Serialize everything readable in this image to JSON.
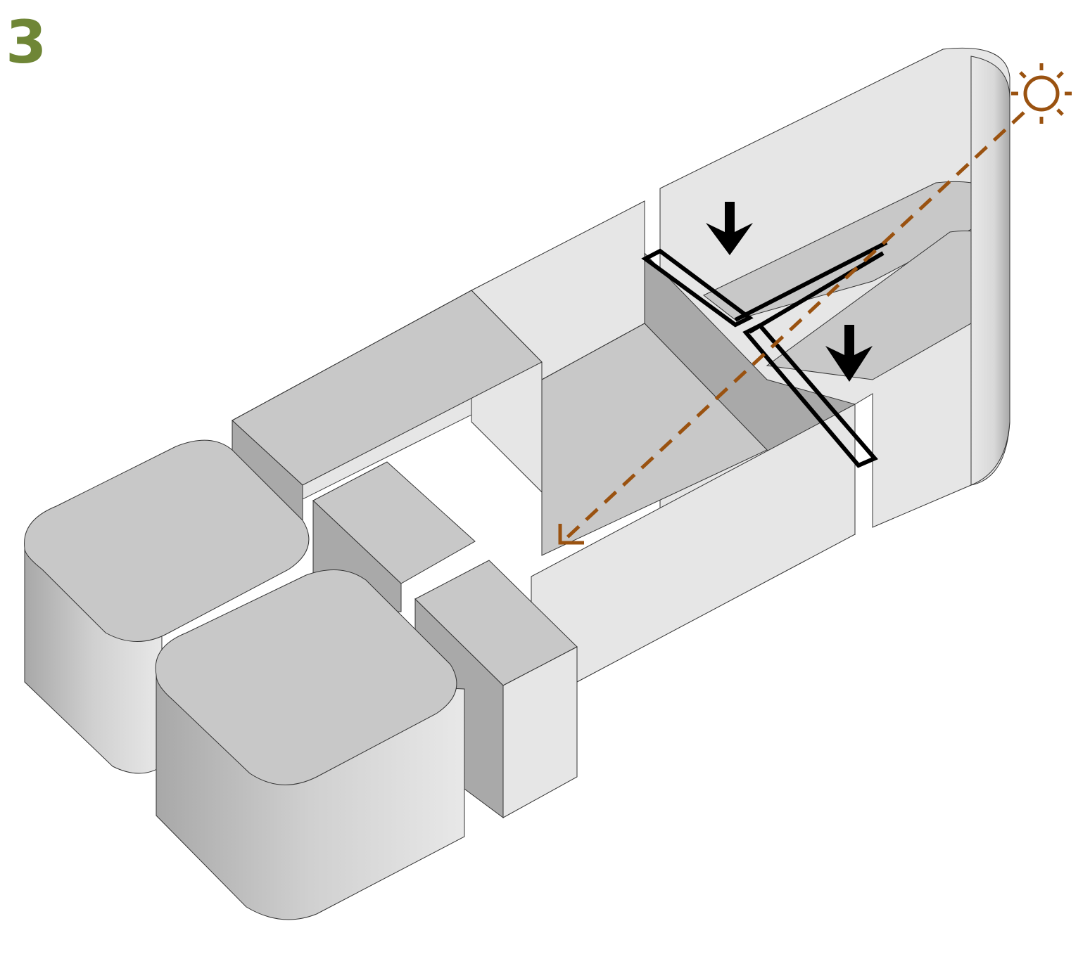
{
  "diagram": {
    "step_number": "3",
    "type": "architectural axonometric diagram",
    "colors": {
      "step_label": "#6f8636",
      "sun_path": "#9a5210",
      "top_face": "#c8c8c8",
      "light_face": "#e6e6e6",
      "dark_face": "#a9a9a9",
      "outline": "#333333",
      "highlight_frame": "#000000"
    },
    "elements": {
      "sun_icon": "sun",
      "light_ray": "dashed arrow from sun diagonally down-left",
      "down_arrows": 2,
      "highlight_frames": 2
    }
  }
}
